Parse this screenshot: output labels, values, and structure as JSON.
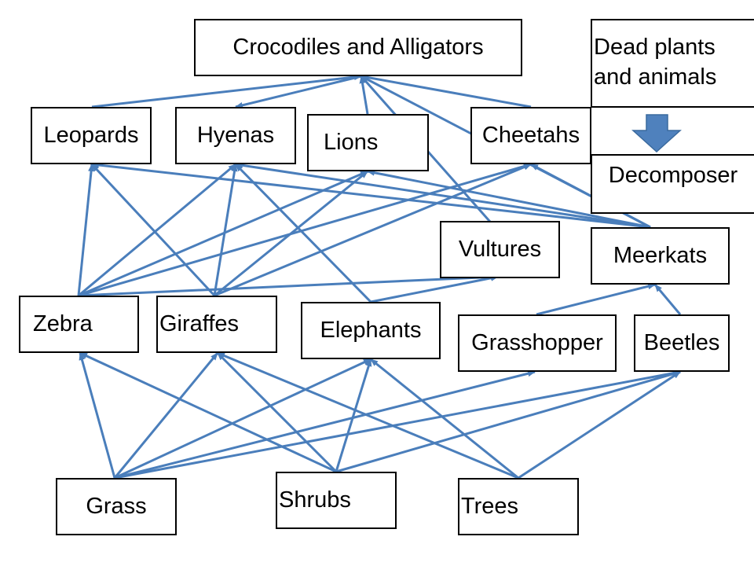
{
  "colors": {
    "arrow": "#4A7EBB",
    "down_arrow_fill": "#4F81BD",
    "box_border": "#000000"
  },
  "nodes": {
    "crocodiles": "Crocodiles and Alligators",
    "dead": "Dead plants and animals",
    "decomposer": "Decomposer",
    "leopards": "Leopards",
    "hyenas": "Hyenas",
    "lions": "Lions",
    "cheetahs": "Cheetahs",
    "vultures": "Vultures",
    "meerkats": "Meerkats",
    "zebra": "Zebra",
    "giraffes": "Giraffes",
    "elephants": "Elephants",
    "grasshopper": "Grasshopper",
    "beetles": "Beetles",
    "grass": "Grass",
    "shrubs": "Shrubs",
    "trees": "Trees"
  },
  "edges": [
    [
      "leopards",
      "crocodiles"
    ],
    [
      "crocodiles",
      "hyenas"
    ],
    [
      "lions",
      "crocodiles"
    ],
    [
      "cheetahs",
      "crocodiles"
    ],
    [
      "crocodiles",
      "vultures"
    ],
    [
      "meerkats",
      "crocodiles"
    ],
    [
      "zebra",
      "leopards"
    ],
    [
      "giraffes",
      "leopards"
    ],
    [
      "meerkats",
      "leopards"
    ],
    [
      "zebra",
      "hyenas"
    ],
    [
      "giraffes",
      "hyenas"
    ],
    [
      "elephants",
      "hyenas"
    ],
    [
      "meerkats",
      "hyenas"
    ],
    [
      "zebra",
      "lions"
    ],
    [
      "giraffes",
      "lions"
    ],
    [
      "meerkats",
      "lions"
    ],
    [
      "zebra",
      "cheetahs"
    ],
    [
      "giraffes",
      "cheetahs"
    ],
    [
      "meerkats",
      "cheetahs"
    ],
    [
      "zebra",
      "vultures"
    ],
    [
      "elephants",
      "vultures"
    ],
    [
      "grasshopper",
      "meerkats"
    ],
    [
      "beetles",
      "meerkats"
    ],
    [
      "grass",
      "zebra"
    ],
    [
      "grass",
      "giraffes"
    ],
    [
      "grass",
      "elephants"
    ],
    [
      "grass",
      "grasshopper"
    ],
    [
      "grass",
      "beetles"
    ],
    [
      "shrubs",
      "zebra"
    ],
    [
      "shrubs",
      "giraffes"
    ],
    [
      "shrubs",
      "elephants"
    ],
    [
      "shrubs",
      "beetles"
    ],
    [
      "trees",
      "giraffes"
    ],
    [
      "trees",
      "elephants"
    ],
    [
      "trees",
      "beetles"
    ]
  ]
}
